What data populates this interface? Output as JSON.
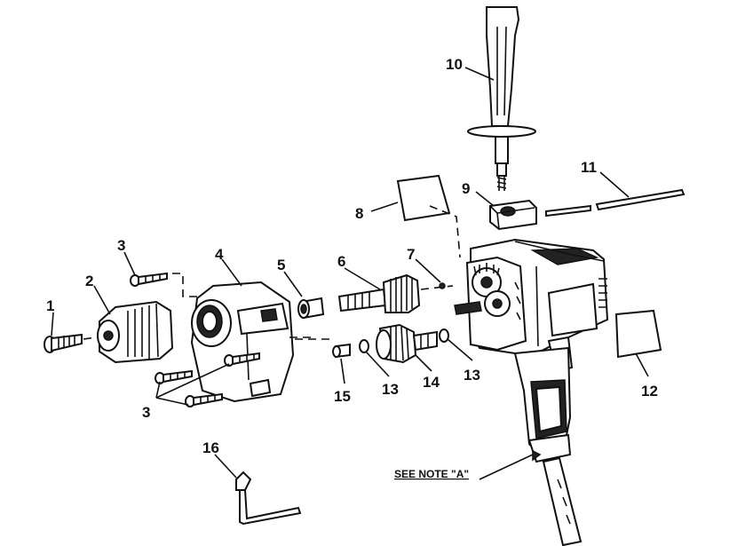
{
  "callouts": {
    "c1": "1",
    "c2": "2",
    "c3a": "3",
    "c3b": "3",
    "c4": "4",
    "c5": "5",
    "c6": "6",
    "c7": "7",
    "c8": "8",
    "c9": "9",
    "c10": "10",
    "c11": "11",
    "c12": "12",
    "c13a": "13",
    "c13b": "13",
    "c14": "14",
    "c15": "15",
    "c16": "16"
  },
  "note": "SEE NOTE \"A\""
}
